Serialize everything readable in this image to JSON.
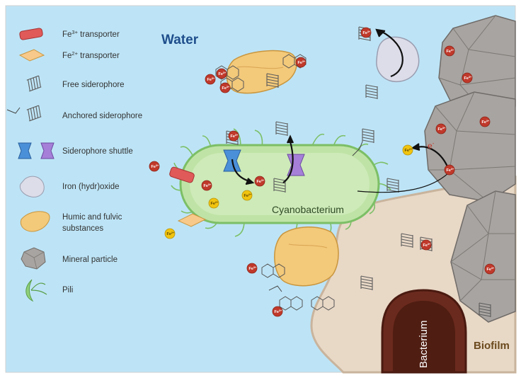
{
  "colors": {
    "water": "#bde4f6",
    "biofilm": "#e8d8c6",
    "cell": "#bfe3a6",
    "fe3": "#c0392b",
    "fe2": "#f1c40f",
    "mineral": "#a8a4a1",
    "bacterium": "#6b2a1e"
  },
  "labels": {
    "water": "Water",
    "cyanobacterium": "Cyanobacterium",
    "biofilm": "Biofilm",
    "bacterium": "Bacterium",
    "electron": "e",
    "electron_sup": "-"
  },
  "fe": {
    "fe3_base": "Fe",
    "fe3_sup": "3+",
    "fe2_base": "Fe",
    "fe2_sup": "2+"
  },
  "legend": {
    "fe3_transporter": {
      "base": "Fe",
      "sup": "3+",
      "rest": " transporter"
    },
    "fe2_transporter": {
      "base": "Fe",
      "sup": "2+",
      "rest": " transporter"
    },
    "free_siderophore": "Free siderophore",
    "anchored_siderophore": "Anchored siderophore",
    "siderophore_shuttle": "Siderophore shuttle",
    "iron_hydroxide": "Iron (hydr)oxide",
    "humic_line1": "Humic and fulvic",
    "humic_line2": "substances",
    "mineral_particle": "Mineral particle",
    "pili": "Pili"
  }
}
